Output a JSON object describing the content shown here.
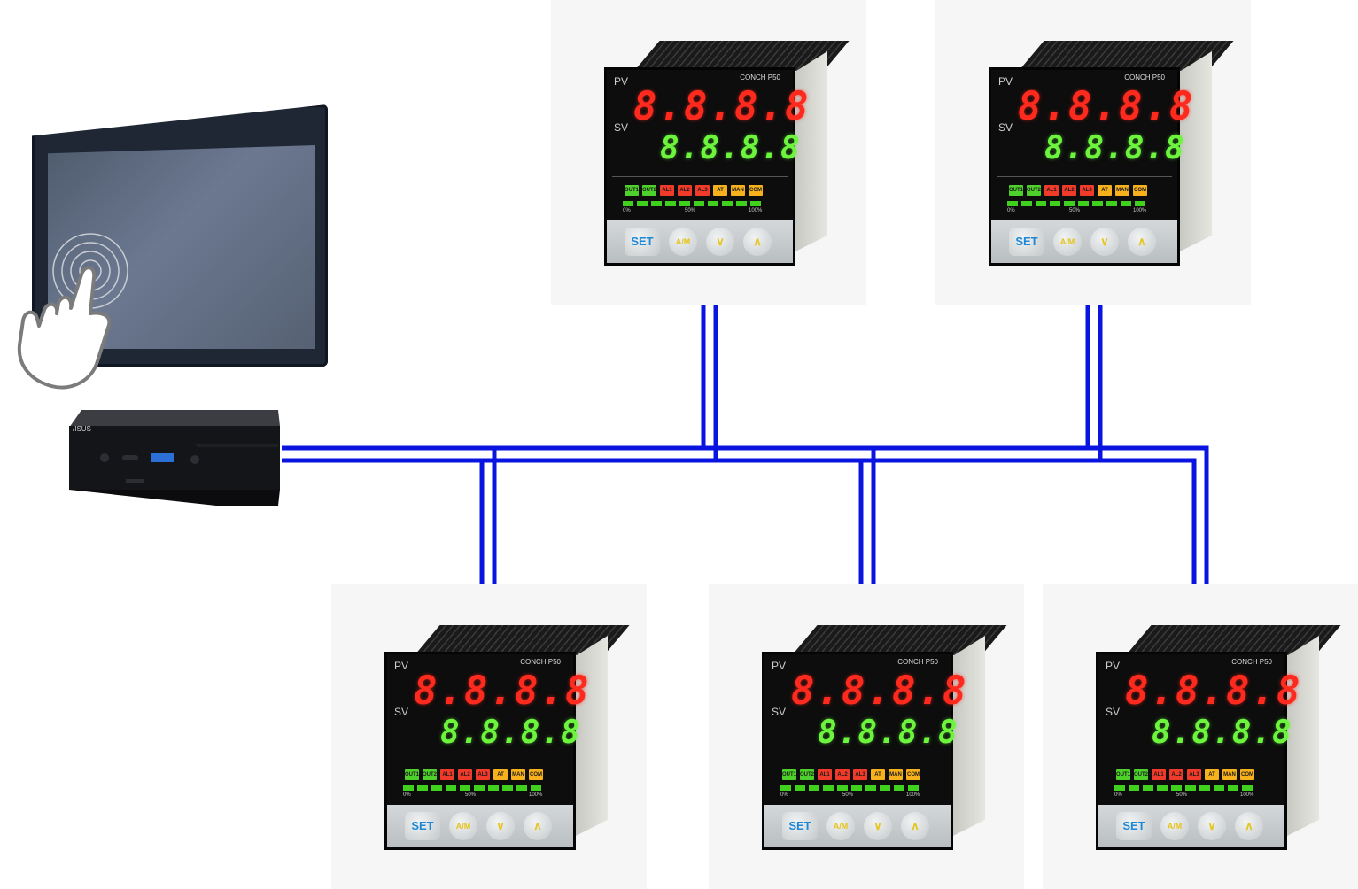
{
  "colors": {
    "wire": "#0a14e0",
    "pv_digit": "#ff2a1e",
    "sv_digit": "#6cf53c",
    "set_key": "#1e88d6",
    "arrow_key": "#e5c41c"
  },
  "icons": {
    "touch_monitor": "touch-monitor-icon",
    "pointing_hand": "pointing-hand-icon",
    "mini_pc": "mini-pc-icon"
  },
  "mini_pc": {
    "brand": "/ISUS"
  },
  "controller": {
    "pv_label": "PV",
    "sv_label": "SV",
    "brand": "CONCH P50",
    "pv_value": "8.8.8.8",
    "sv_value": "8.8.8.8",
    "indicators": [
      "OUT1",
      "OUT2",
      "AL1",
      "AL2",
      "AL3",
      "AT",
      "MAN",
      "COM"
    ],
    "scale": [
      "0%",
      "50%",
      "100%"
    ],
    "keys": {
      "set": "SET",
      "am": "A/M",
      "down": "∨",
      "up": "∧"
    }
  }
}
